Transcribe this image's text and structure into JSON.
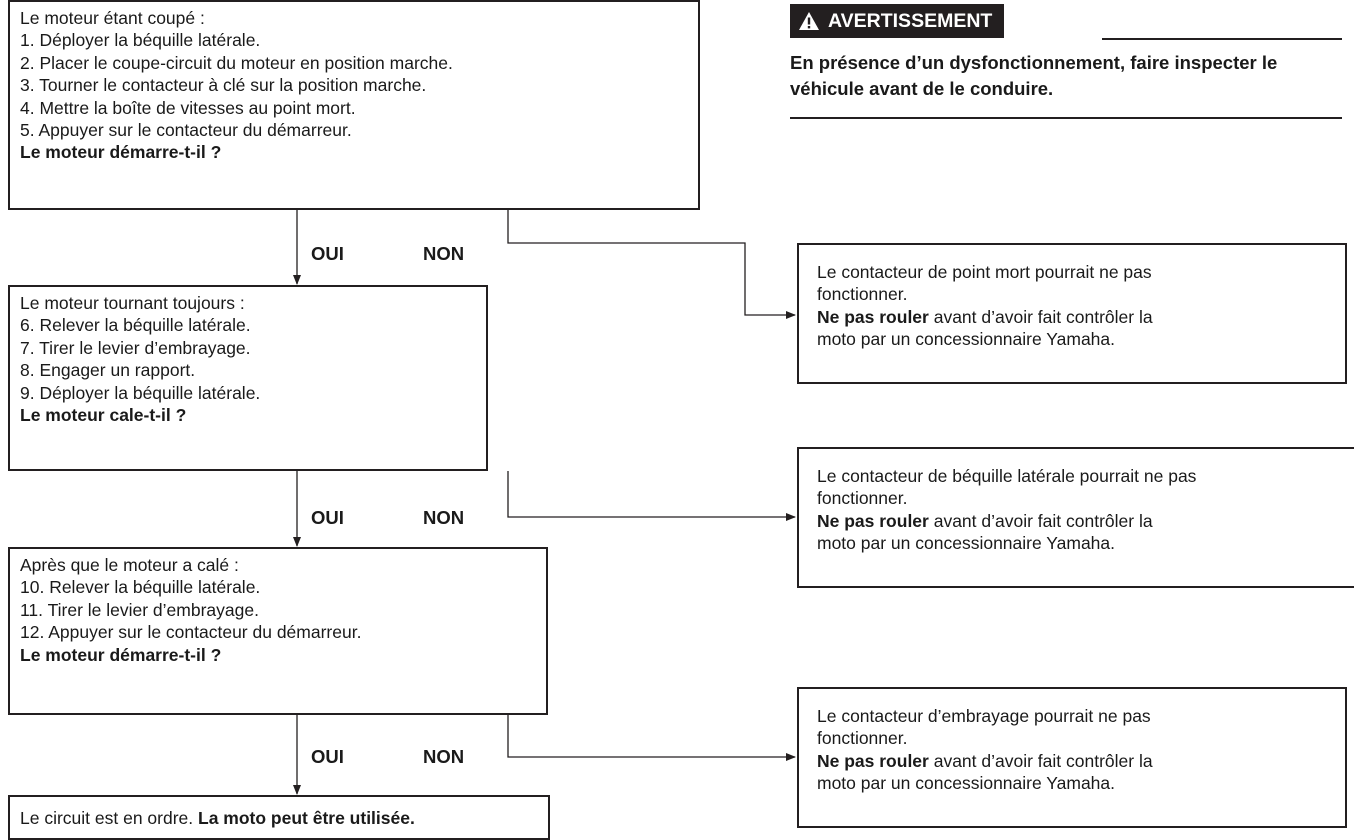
{
  "warning": {
    "title": "AVERTISSEMENT",
    "text": "En présence d’un dysfonctionnement, faire inspecter le véhicule avant de le conduire."
  },
  "boxes": [
    {
      "lines": [
        "Le moteur étant coupé :",
        "1. Déployer la béquille latérale.",
        "2. Placer le coupe-circuit du moteur en position marche.",
        "3. Tourner le contacteur à clé sur la position marche.",
        "4. Mettre la boîte de vitesses au point mort.",
        "5. Appuyer sur le contacteur du démarreur."
      ],
      "question": "Le moteur démarre-t-il ?"
    },
    {
      "lines": [
        "Le moteur tournant toujours :",
        "6. Relever la béquille latérale.",
        "7. Tirer le levier d’embrayage.",
        "8. Engager un rapport.",
        "9. Déployer la béquille latérale."
      ],
      "question": "Le moteur cale-t-il ?"
    },
    {
      "lines": [
        "Après que le moteur a calé :",
        "10. Relever la béquille latérale.",
        "11. Tirer le levier d’embrayage.",
        "12. Appuyer sur le contacteur du démarreur."
      ],
      "question": "Le moteur démarre-t-il ?"
    }
  ],
  "final_box": {
    "text": "Le circuit est en ordre. ",
    "bold": "La moto peut être utilisée."
  },
  "labels": {
    "yes": "OUI",
    "no": "NON"
  },
  "results": [
    {
      "line1": "Le contacteur de point mort pourrait ne pas",
      "line2": "fonctionner.",
      "bold": "Ne pas rouler",
      "rest": " avant d’avoir fait contrôler la",
      "line4": "moto par un concessionnaire Yamaha."
    },
    {
      "line1": "Le contacteur de béquille latérale pourrait ne pas",
      "line2": "fonctionner.",
      "bold": "Ne pas rouler",
      "rest": " avant d’avoir fait contrôler la",
      "line4": "moto par un concessionnaire Yamaha."
    },
    {
      "line1": "Le contacteur d’embrayage pourrait ne pas",
      "line2": "fonctionner.",
      "bold": "Ne pas rouler",
      "rest": " avant d’avoir fait contrôler la",
      "line4": "moto par un concessionnaire Yamaha."
    }
  ],
  "colors": {
    "line": "#231f20",
    "background": "#ffffff"
  },
  "icons": {
    "warning": "warning-triangle-icon"
  }
}
